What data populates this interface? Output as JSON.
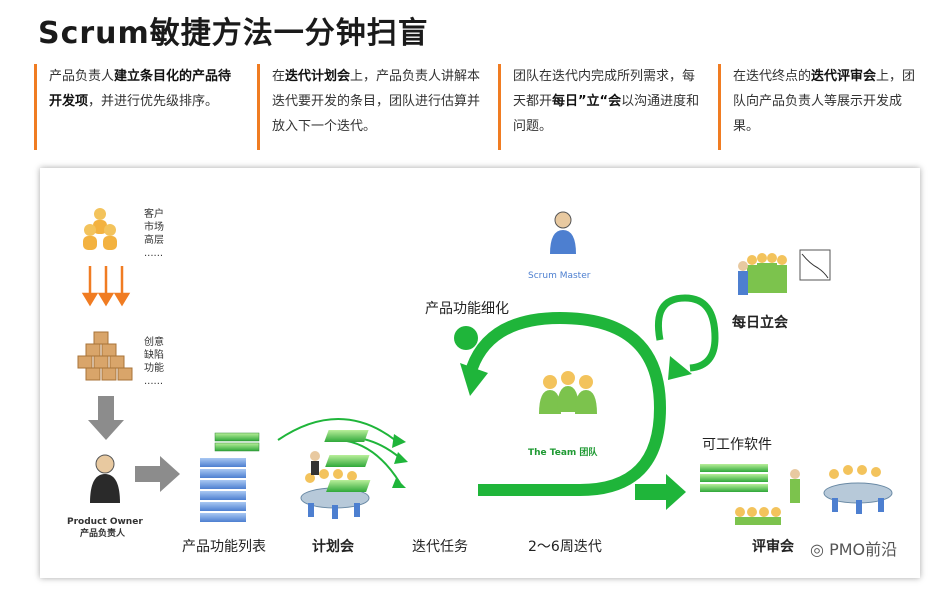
{
  "title": "Scrum敏捷方法一分钟扫盲",
  "columns": [
    {
      "pre": "产品负责人",
      "bold": "建立条目化的产品待开发项",
      "post": "，并进行优先级排序。"
    },
    {
      "pre": "在",
      "bold": "迭代计划会",
      "post": "上，产品负责人讲解本迭代要开发的条目，团队进行估算并放入下一个迭代。"
    },
    {
      "pre": "团队在迭代内完成所列需求，每天都开",
      "bold": "每日”立“会",
      "post": "以沟通进度和问题。"
    },
    {
      "pre": "在迭代终点的",
      "bold": "迭代评审会",
      "post": "上，团队向产品负责人等展示开发成果。"
    }
  ],
  "diagram": {
    "sources": [
      "客户",
      "市场",
      "高层",
      "......"
    ],
    "ideas": [
      "创意",
      "缺陷",
      "功能",
      "......"
    ],
    "product_owner_en": "Product Owner",
    "product_owner_cn": "产品负责人",
    "backlog": "产品功能列表",
    "planning": "计划会",
    "sprint_tasks": "迭代任务",
    "refine": "产品功能细化",
    "scrum_master": "Scrum Master",
    "team": "The Team 团队",
    "sprint_length": "2～6周迭代",
    "daily": "每日立会",
    "working_software": "可工作软件",
    "review": "评审会"
  },
  "watermark": "PMO前沿",
  "colors": {
    "orange": "#f07c22",
    "green": "#1fb53a",
    "blue": "#4d7fd0",
    "grey": "#8c8c8c"
  }
}
